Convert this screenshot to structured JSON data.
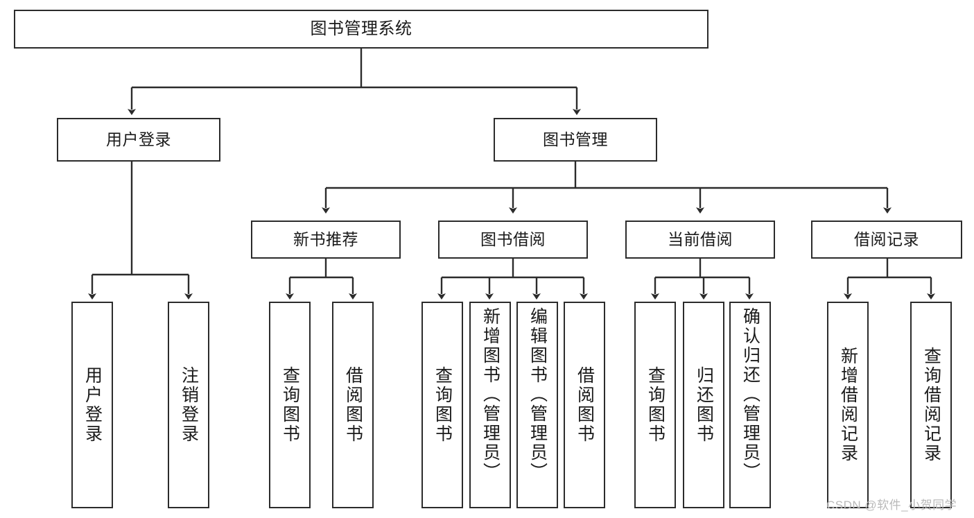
{
  "diagram": {
    "title": "图书管理系统",
    "type": "hierarchy-tree",
    "watermark": "CSDN @软件_小贺同学",
    "colors": {
      "stroke": "#2b2b2b",
      "fill": "#ffffff",
      "text": "#1a1a1a",
      "watermark": "#b9b9b9"
    },
    "levels": {
      "root": {
        "label": "图书管理系统"
      },
      "level2": [
        {
          "label": "用户登录"
        },
        {
          "label": "图书管理"
        }
      ],
      "level3": [
        {
          "label": "新书推荐"
        },
        {
          "label": "图书借阅"
        },
        {
          "label": "当前借阅"
        },
        {
          "label": "借阅记录"
        }
      ],
      "leaves": {
        "user_login": [
          {
            "label": "用户登录"
          },
          {
            "label": "注销登录"
          }
        ],
        "new_book_recommend": [
          {
            "label": "查询图书"
          },
          {
            "label": "借阅图书"
          }
        ],
        "book_borrow": [
          {
            "label": "查询图书"
          },
          {
            "label": "新增图书（管理员）"
          },
          {
            "label": "编辑图书（管理员）"
          },
          {
            "label": "借阅图书"
          }
        ],
        "current_borrow": [
          {
            "label": "查询图书"
          },
          {
            "label": "归还图书"
          },
          {
            "label": "确认归还（管理员）"
          }
        ],
        "borrow_record": [
          {
            "label": "新增借阅记录"
          },
          {
            "label": "查询借阅记录"
          }
        ]
      }
    }
  }
}
